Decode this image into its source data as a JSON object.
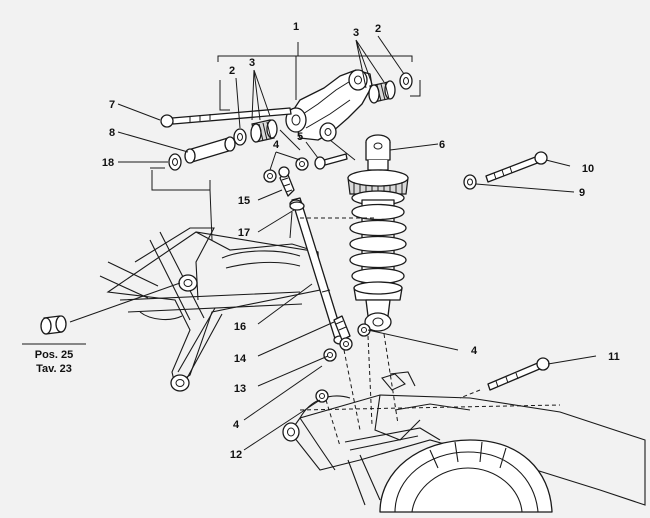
{
  "callouts": {
    "n1": "1",
    "n2a": "2",
    "n2b": "2",
    "n3a": "3",
    "n3b": "3",
    "n4a": "4",
    "n4b": "4",
    "n4c": "4",
    "n5": "5",
    "n6": "6",
    "n7": "7",
    "n8": "8",
    "n9": "9",
    "n10": "10",
    "n11": "11",
    "n12": "12",
    "n13": "13",
    "n14": "14",
    "n15": "15",
    "n16": "16",
    "n17": "17",
    "n18": "18"
  },
  "reference": {
    "line1": "Pos. 25",
    "line2": "Tav. 23"
  },
  "colors": {
    "ink": "#1a1a1a",
    "background": "#f2f2f2",
    "part_fill": "#ffffff"
  }
}
